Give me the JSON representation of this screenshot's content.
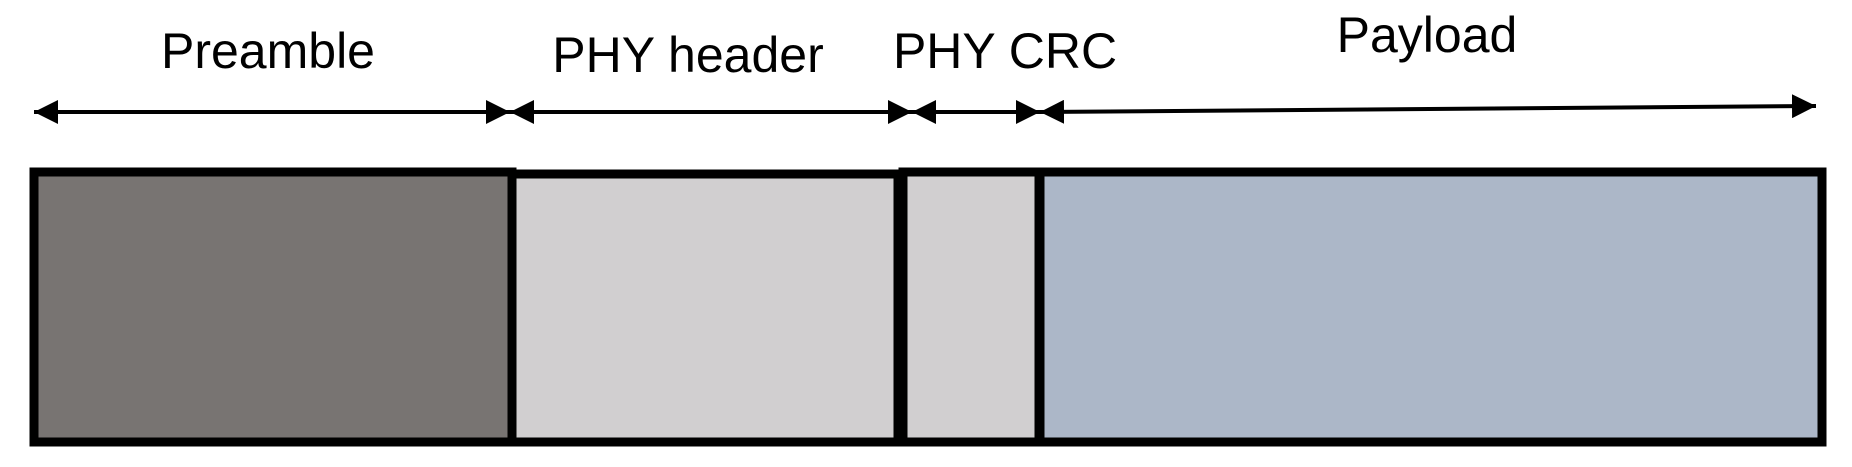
{
  "diagram": {
    "segments": [
      {
        "key": "preamble",
        "label": "Preamble",
        "color": "#787472"
      },
      {
        "key": "phy_header",
        "label": "PHY header",
        "color": "#d1cfd0"
      },
      {
        "key": "phy_crc",
        "label": "PHY CRC",
        "color": "#d1cfd0"
      },
      {
        "key": "payload",
        "label": "Payload",
        "color": "#acb7c8"
      }
    ],
    "outline_color": "#000000"
  }
}
